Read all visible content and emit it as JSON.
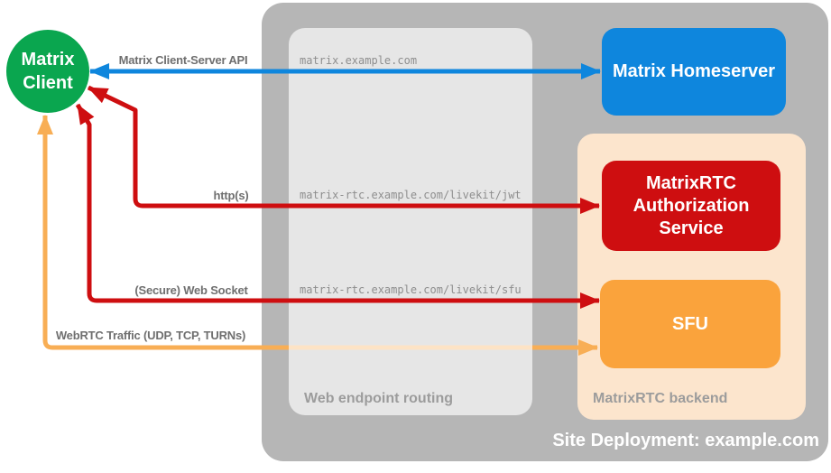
{
  "client": {
    "line1": "Matrix",
    "line2": "Client"
  },
  "nodes": {
    "homeserver": {
      "label": "Matrix Homeserver"
    },
    "auth_service": {
      "label": "MatrixRTC Authorization Service"
    },
    "sfu": {
      "label": "SFU"
    }
  },
  "containers": {
    "site": {
      "label": "Site Deployment: example.com"
    },
    "routing": {
      "label": "Web endpoint routing"
    },
    "backend": {
      "label": "MatrixRTC backend"
    }
  },
  "connections": [
    {
      "label": "Matrix Client-Server API",
      "endpoint": "matrix.example.com",
      "color": "#0e86dd"
    },
    {
      "label": "http(s)",
      "endpoint": "matrix-rtc.example.com/livekit/jwt",
      "color": "#ce0e10"
    },
    {
      "label": "(Secure) Web Socket",
      "endpoint": "matrix-rtc.example.com/livekit/sfu",
      "color": "#ce0e10"
    },
    {
      "label": "WebRTC Traffic (UDP, TCP, TURNs)",
      "endpoint": "",
      "color": "#f8ae55"
    }
  ],
  "colors": {
    "client": "#0aa64f",
    "homeserver": "#0e86dd",
    "auth_service": "#ce0e10",
    "sfu": "#faa33c",
    "site_container": "#b6b6b6",
    "routing_box": "#e7e7e7",
    "backend_box": "#fce5cd",
    "label_gray": "#6f6f6f",
    "endpoint_gray": "#8e8e8e"
  }
}
